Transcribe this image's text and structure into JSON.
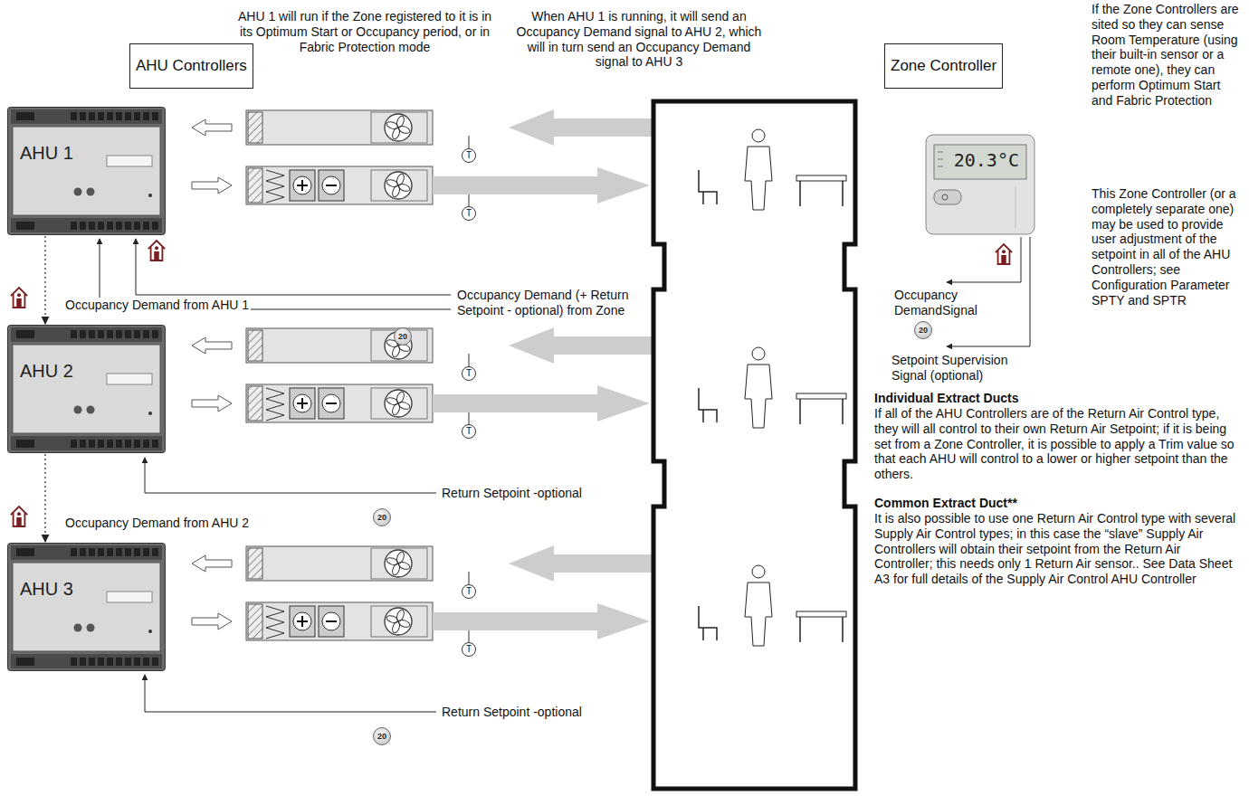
{
  "diagram": {
    "nodes": [
      {
        "text": [
          "AHU Controllers"
        ]
      },
      {
        "text": [
          "AHU 1"
        ]
      },
      {
        "text": [
          "AHU 2"
        ]
      },
      {
        "text": [
          "AHU 3"
        ]
      },
      {
        "text": [
          "Zone Controller"
        ]
      },
      {
        "text": [
          "20.3°C"
        ]
      }
    ],
    "edges": [
      {
        "from": 1,
        "to": 2,
        "arrow": "to",
        "label": "Occupancy Demand from AHU 1"
      },
      {
        "from": 2,
        "to": 3,
        "arrow": "to",
        "label": "Occupancy Demand from AHU 2"
      }
    ],
    "labels": [
      "AHU 1 will run if the Zone registered to it is in its Optimum Start or Occupancy period, or in Fabric Protection mode",
      "When AHU 1 is running, it will send an Occupancy Demand signal to AHU 2, which will in turn send an Occupancy Demand signal to AHU 3",
      "If the Zone Controllers are sited so they can sense Room Temperature (using their built-in sensor or a remote one), they can perform Optimum Start and Fabric Protection",
      "This Zone Controller (or a completely separate one) may be used to provide user adjustment of the setpoint in all of the AHU Controllers; see Configuration Parameter SPTY and SPTR",
      "Occupancy Demand (+ Return Setpoint - optional) from Zone",
      "Occupancy DemandSignal",
      "Setpoint Supervision Signal (optional)",
      "Return Setpoint -optional",
      "Return Setpoint -optional",
      "Individual Extract Ducts",
      "If all of the AHU Controllers are of the Return Air Control type, they will all control to their own Return Air Setpoint; if it is being set from a Zone Controller, it is possible to apply a Trim value so that each AHU will control to a lower or higher setpoint than the others.",
      "Common Extract Duct**",
      "It is also possible to use one Return Air Control type with several Supply Air Control types; in this case the “slave” Supply Air Controllers will obtain their setpoint from the Return Air Controller; this needs only 1 Return Air sensor.. See Data Sheet A3 for full details of the Supply Air Control AHU Controller",
      "20",
      "20",
      "20",
      "20",
      "T",
      "T",
      "T",
      "T",
      "T",
      "T"
    ]
  }
}
